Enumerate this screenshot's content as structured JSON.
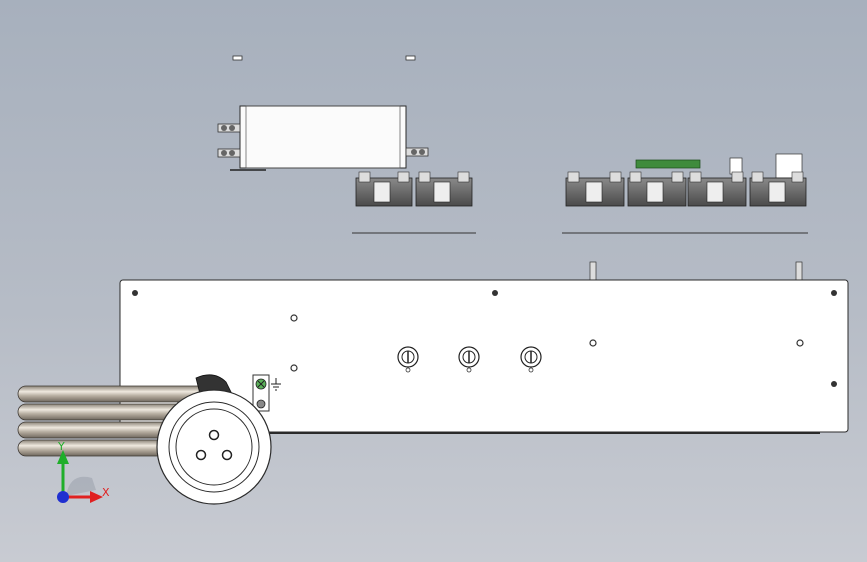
{
  "app": {
    "type": "cad-viewport"
  },
  "colors": {
    "background_top": "#a7b0bd",
    "background_bottom": "#c8cbd2",
    "part_fill": "#ffffff",
    "part_stroke": "#2b2b2b",
    "block_fill": "#5c5c5c",
    "pcb_green": "#3f8b3c",
    "axis_x": "#e02020",
    "axis_y": "#1fae2a",
    "axis_z": "#1f2fd0"
  },
  "triad": {
    "x_label": "X",
    "y_label": "Y"
  },
  "icons": {
    "ground": "ground-symbol-icon",
    "connector": "circular-connector-icon",
    "fuse": "fuse-holder-icon"
  }
}
